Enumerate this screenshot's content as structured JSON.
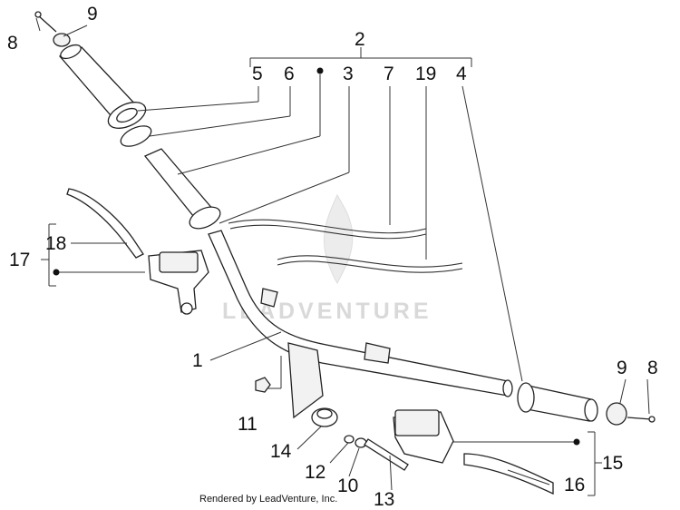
{
  "callouts": {
    "c1": "1",
    "c2": "2",
    "c3": "3",
    "c4": "4",
    "c5": "5",
    "c6": "6",
    "c7": "7",
    "c8a": "8",
    "c8b": "8",
    "c9a": "9",
    "c9b": "9",
    "c10": "10",
    "c11": "11",
    "c12": "12",
    "c13": "13",
    "c14": "14",
    "c15": "15",
    "c16": "16",
    "c17": "17",
    "c18": "18",
    "c19": "19"
  },
  "watermark": "LEADVENTURE",
  "credit": "Rendered by LeadVenture, Inc."
}
